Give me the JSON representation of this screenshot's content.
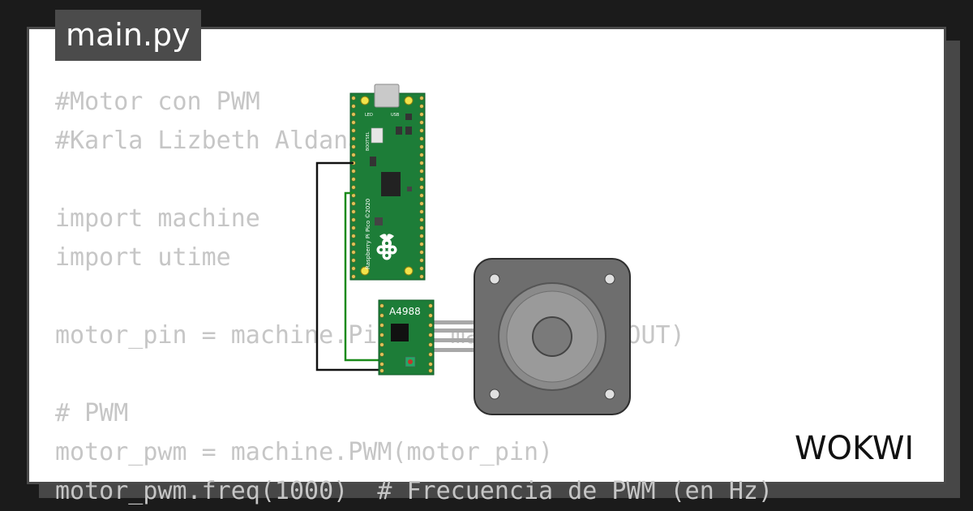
{
  "editor": {
    "tab_label": "main.py",
    "code_lines": [
      "#Motor con PWM",
      "#Karla Lizbeth Aldana M",
      "",
      "import machine",
      "import utime",
      "",
      "motor_pin = machine.Pin(8, machine.Pin.OUT)",
      "",
      "# PWM",
      "motor_pwm = machine.PWM(motor_pin)",
      "motor_pwm.freq(1000)  # Frecuencia de PWM (en Hz)"
    ]
  },
  "board": {
    "name": "Raspberry Pi Pico ©2020",
    "led_label": "LED",
    "usb_label": "USB",
    "bootsel_label": "BOOTSEL"
  },
  "driver": {
    "label": "A4988"
  },
  "brand": {
    "name": "WOKWI"
  },
  "colors": {
    "wire_black": "#111111",
    "wire_green": "#1a8a1a",
    "board_green": "#1d7d38",
    "motor_gray": "#7a7a7a"
  }
}
